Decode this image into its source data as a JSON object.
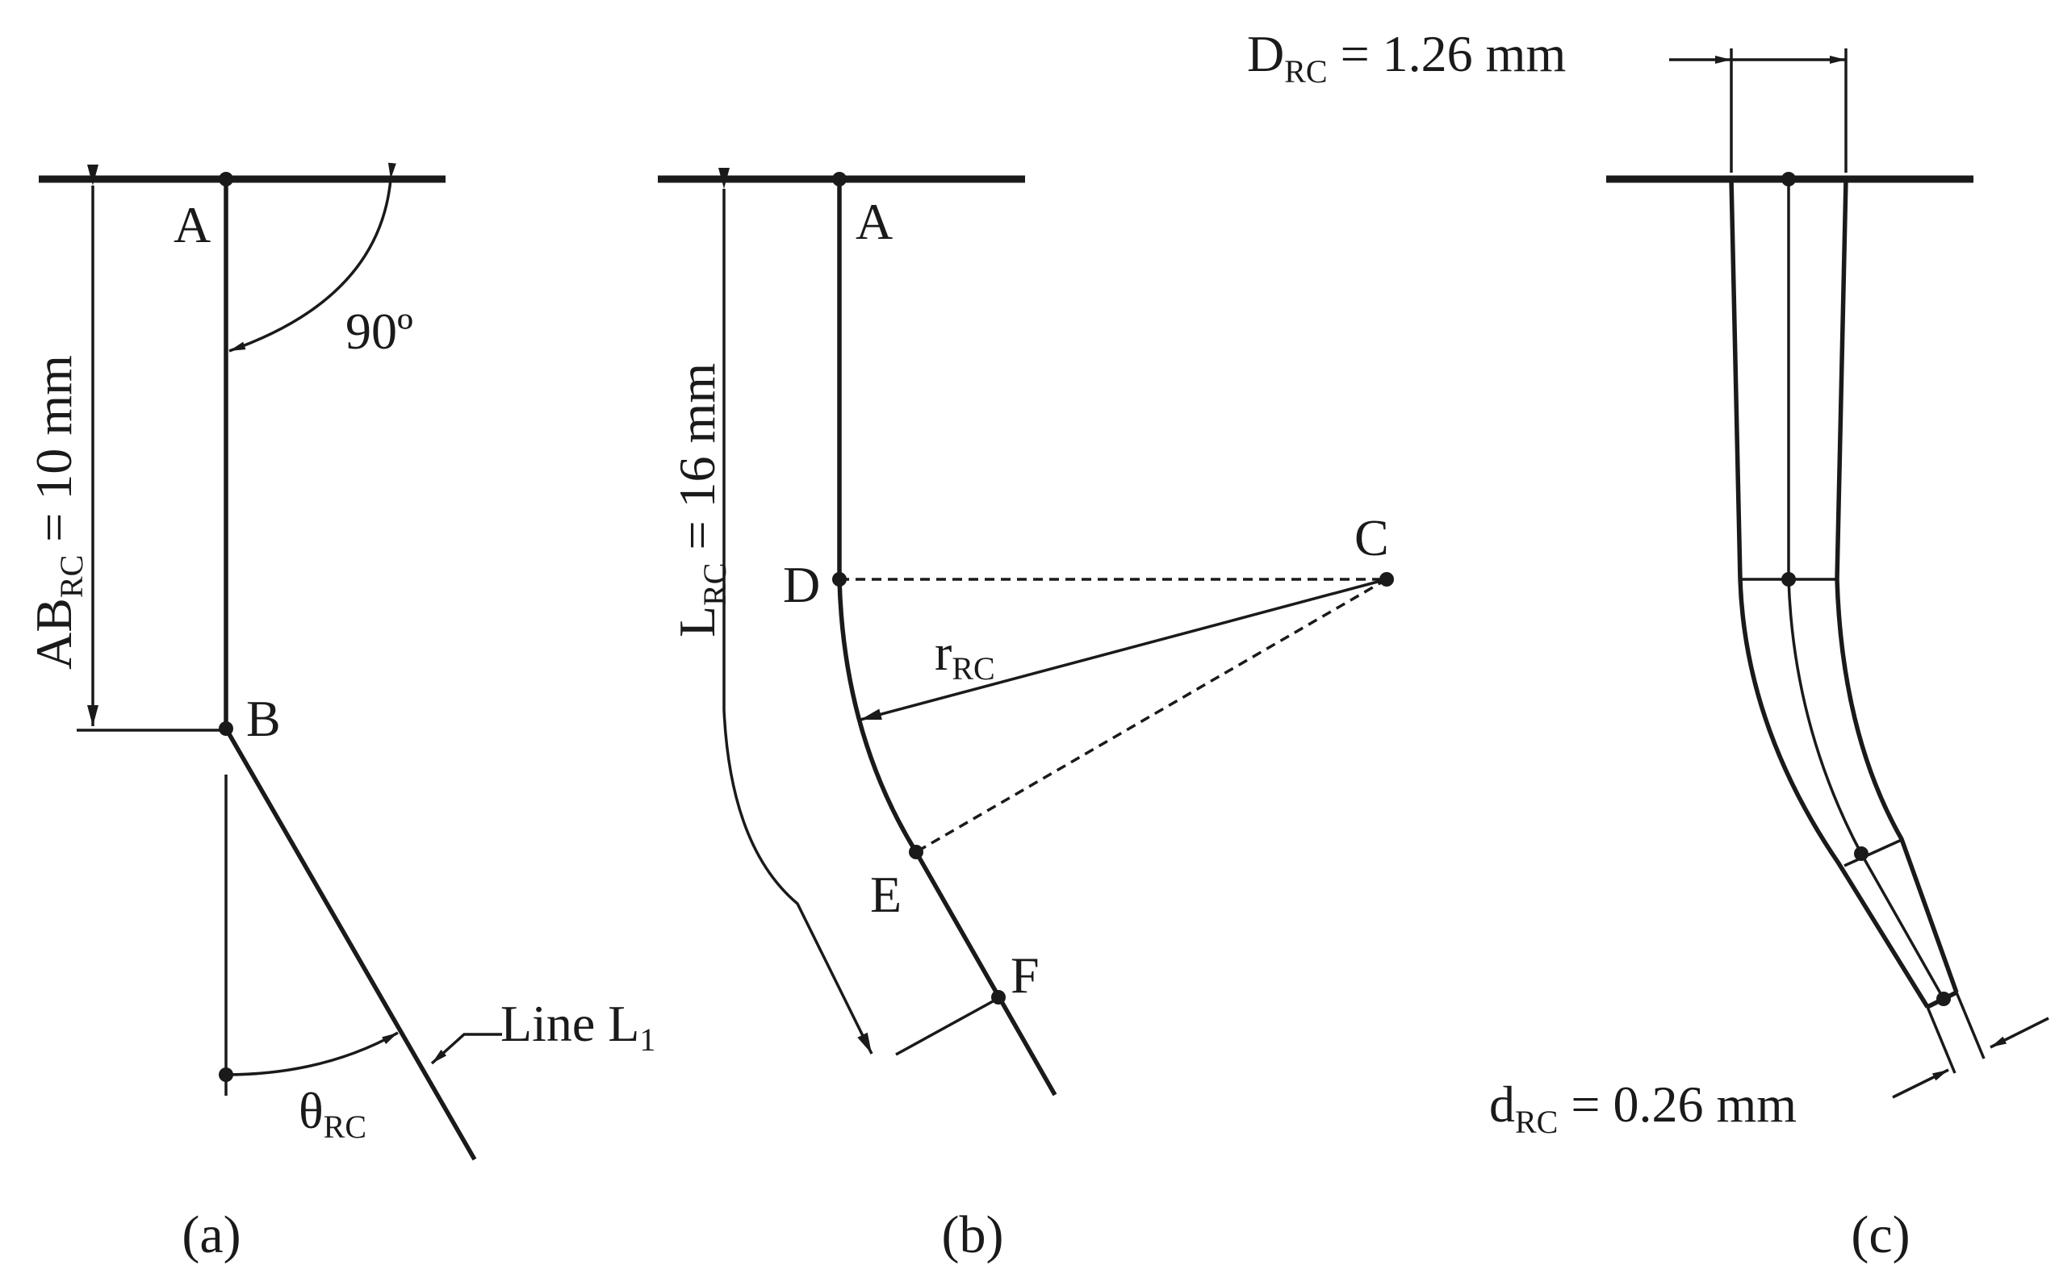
{
  "panel_a": {
    "label_A": "A",
    "label_B": "B",
    "angle_label": "90º",
    "ab_main": "AB",
    "ab_sub": "RC",
    "ab_value": " = 10 mm",
    "theta_main": "θ",
    "theta_sub": "RC",
    "line_main": "Line L",
    "line_sub": "1",
    "caption": "(a)"
  },
  "panel_b": {
    "label_A": "A",
    "label_C": "C",
    "label_D": "D",
    "label_E": "E",
    "label_F": "F",
    "r_main": "r",
    "r_sub": "RC",
    "l_main": "L",
    "l_sub": "RC",
    "l_value": " = 16 mm",
    "caption": "(b)"
  },
  "panel_c": {
    "D_main": "D",
    "D_sub": "RC",
    "D_value": " = 1.26 mm",
    "d_main": "d",
    "d_sub": "RC",
    "d_value": " = 0.26 mm",
    "caption": "(c)"
  }
}
